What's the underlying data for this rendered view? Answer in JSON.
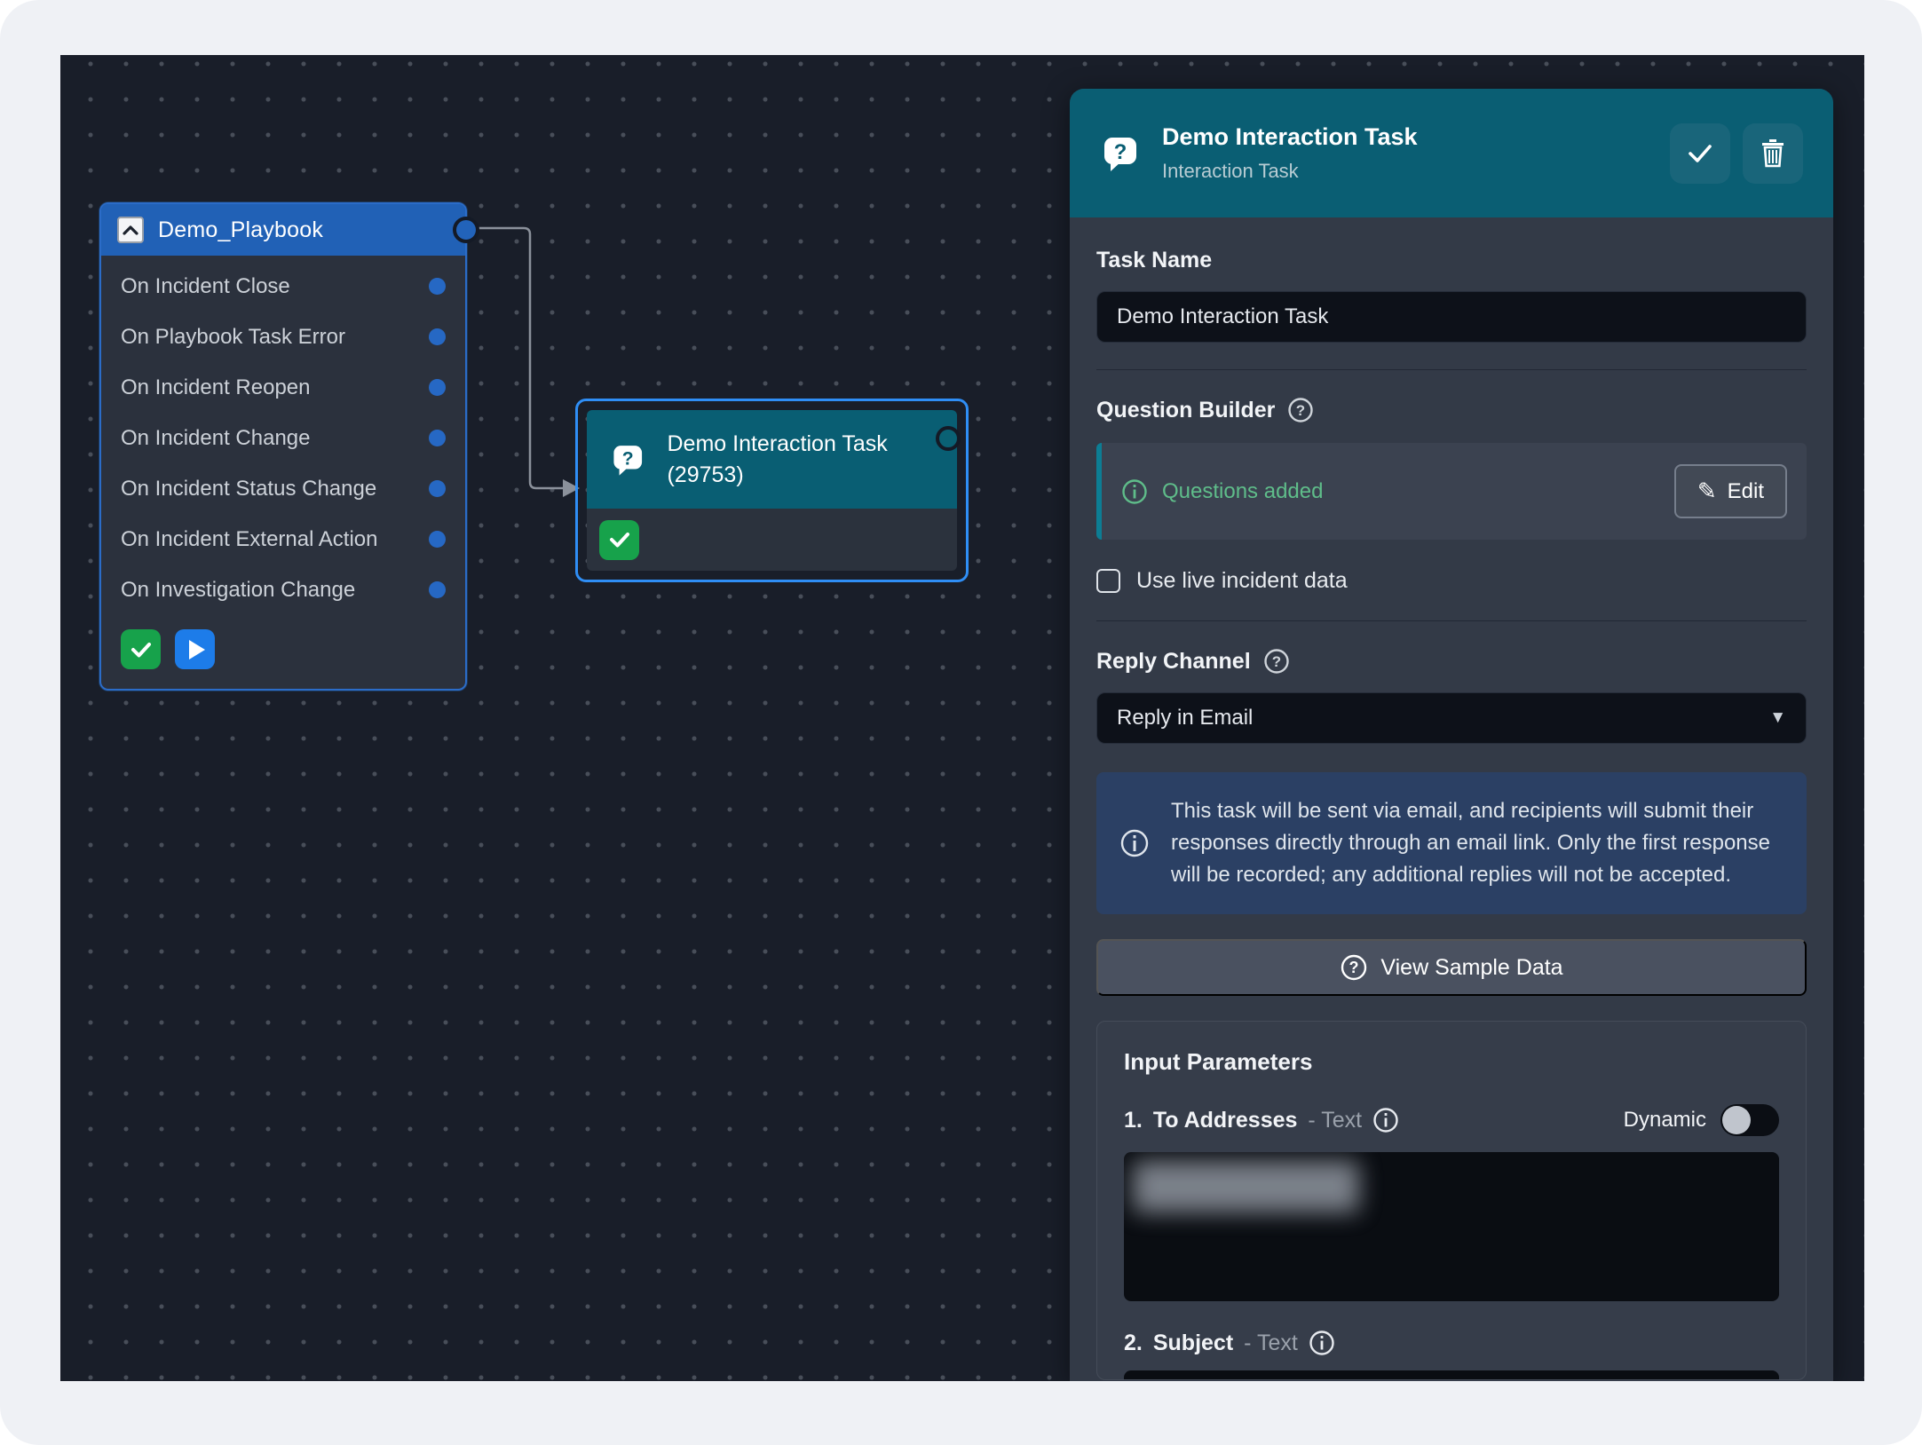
{
  "canvas": {
    "playbook": {
      "title": "Demo_Playbook",
      "triggers": [
        "On Incident Close",
        "On Playbook Task Error",
        "On Incident Reopen",
        "On Incident Change",
        "On Incident Status Change",
        "On Incident External Action",
        "On Investigation Change"
      ]
    },
    "task_node": {
      "title": "Demo Interaction Task (29753)"
    }
  },
  "panel": {
    "header": {
      "title": "Demo Interaction Task",
      "subtitle": "Interaction Task"
    },
    "task_name": {
      "label": "Task Name",
      "value": "Demo Interaction Task"
    },
    "question_builder": {
      "label": "Question Builder",
      "status": "Questions added",
      "edit_label": "Edit"
    },
    "live_data_checkbox": {
      "label": "Use live incident data",
      "checked": false
    },
    "reply_channel": {
      "label": "Reply Channel",
      "value": "Reply in Email"
    },
    "info_banner": "This task will be sent via email, and recipients will submit their responses directly through an email link. Only the first response will be recorded; any additional replies will not be accepted.",
    "view_sample_data_label": "View Sample Data",
    "input_parameters": {
      "title": "Input Parameters",
      "params": [
        {
          "index": "1.",
          "name": "To Addresses",
          "type": "- Text",
          "dynamic_label": "Dynamic",
          "dynamic_on": false,
          "value_redacted": true
        },
        {
          "index": "2.",
          "name": "Subject",
          "type": "- Text"
        }
      ]
    }
  },
  "colors": {
    "accent_blue": "#2161b6",
    "selection_blue": "#2f8ef5",
    "teal_header": "#0a5e73",
    "success_green": "#17a24b",
    "status_green_text": "#5fbd8a",
    "banner_blue": "#2b4064",
    "canvas_bg": "#191e29",
    "panel_bg": "#333a47"
  }
}
